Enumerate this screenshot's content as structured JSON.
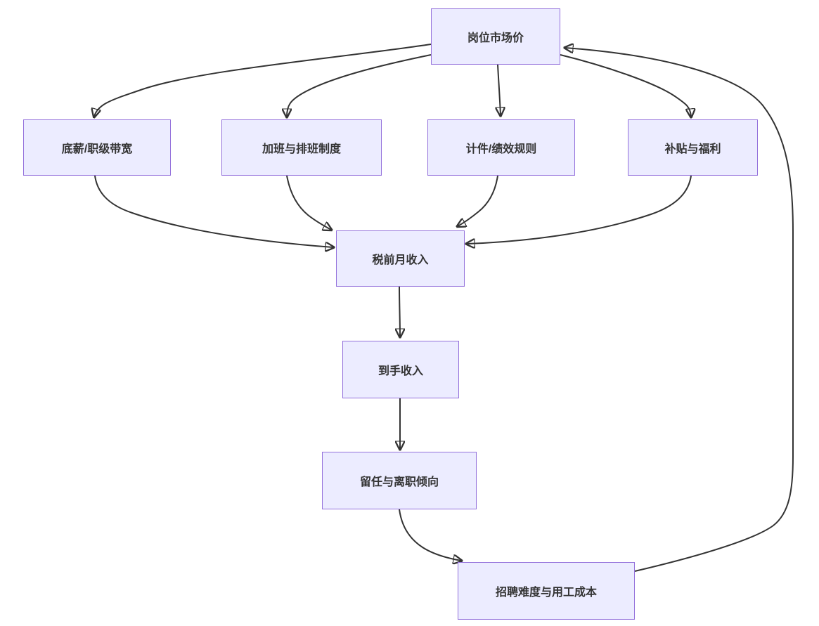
{
  "diagram": {
    "type": "flowchart",
    "direction": "top-down",
    "colors": {
      "node_fill": "#ECECFF",
      "node_border": "#9370DB",
      "edge_stroke": "#333333",
      "text": "#333333",
      "background": "#ffffff"
    },
    "nodes": {
      "market": {
        "label": "岗位市场价"
      },
      "base": {
        "label": "底薪/职级带宽"
      },
      "overtime": {
        "label": "加班与排班制度"
      },
      "piecework": {
        "label": "计件/绩效规则"
      },
      "benefits": {
        "label": "补贴与福利"
      },
      "gross": {
        "label": "税前月收入"
      },
      "net": {
        "label": "到手收入"
      },
      "retention": {
        "label": "留任与离职倾向"
      },
      "hiring": {
        "label": "招聘难度与用工成本"
      }
    },
    "edges": [
      {
        "from": "岗位市场价",
        "to": "底薪/职级带宽"
      },
      {
        "from": "岗位市场价",
        "to": "加班与排班制度"
      },
      {
        "from": "岗位市场价",
        "to": "计件/绩效规则"
      },
      {
        "from": "岗位市场价",
        "to": "补贴与福利"
      },
      {
        "from": "底薪/职级带宽",
        "to": "税前月收入"
      },
      {
        "from": "加班与排班制度",
        "to": "税前月收入"
      },
      {
        "from": "计件/绩效规则",
        "to": "税前月收入"
      },
      {
        "from": "补贴与福利",
        "to": "税前月收入"
      },
      {
        "from": "税前月收入",
        "to": "到手收入"
      },
      {
        "from": "到手收入",
        "to": "留任与离职倾向"
      },
      {
        "from": "留任与离职倾向",
        "to": "招聘难度与用工成本"
      },
      {
        "from": "招聘难度与用工成本",
        "to": "岗位市场价"
      }
    ]
  }
}
